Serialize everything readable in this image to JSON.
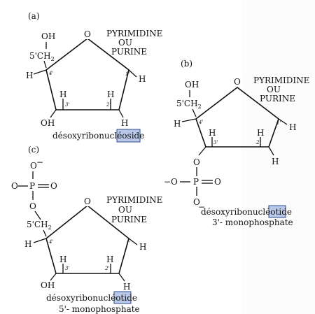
{
  "panels": {
    "a": {
      "tag": "(a)",
      "oh5": "OH",
      "ch2_5": "5'CH",
      "ch2_sub": "2",
      "ring_o": "O",
      "base1": "PYRIMIDINE",
      "base2": "OU",
      "base3": "PURINE",
      "h1": "H",
      "h4": "H",
      "h3": "H",
      "h2": "H",
      "h2b": "H",
      "oh3": "OH",
      "p1": "1'",
      "p2": "2'",
      "p3": "3'",
      "p4": "4'",
      "name_main": "désoxyribonucléo",
      "name_hl": "side"
    },
    "b": {
      "tag": "(b)",
      "oh5": "OH",
      "ch2_5": "5'CH",
      "ch2_sub": "2",
      "ring_o": "O",
      "base1": "PYRIMIDINE",
      "base2": "OU",
      "base3": "PURINE",
      "h1": "H",
      "h4": "H",
      "h3": "H",
      "h2": "H",
      "h2b": "H",
      "o3": "O",
      "phos_ominus": "−O",
      "phos_p": "P",
      "phos_o": "O",
      "phos_ob": "O",
      "phos_minus": "−",
      "p1": "1'",
      "p2": "2'",
      "p3": "3'",
      "p4": "4'",
      "name_main": "désoxyribonucléo",
      "name_hl": "tide",
      "name_sub": "3'- monophosphate"
    },
    "c": {
      "tag": "(c)",
      "ominus_top": "O",
      "minus_top": "−",
      "o_left": "O",
      "phos_p": "P",
      "phos_o": "O",
      "o_link": "O",
      "ch2_5": "5'CH",
      "ch2_sub": "2",
      "ring_o": "O",
      "base1": "PYRIMIDINE",
      "base2": "OU",
      "base3": "PURINE",
      "h1": "H",
      "h4": "H",
      "h3": "H",
      "h2": "H",
      "h2b": "H",
      "oh3": "OH",
      "p1": "1'",
      "p2": "2'",
      "p3": "3'",
      "p4": "4'",
      "name_main": "désoxyribonucléo",
      "name_hl": "tide",
      "name_sub": "5'- monophosphate"
    }
  },
  "colors": {
    "highlight": "#b8c8e6",
    "ink": "#111111"
  }
}
